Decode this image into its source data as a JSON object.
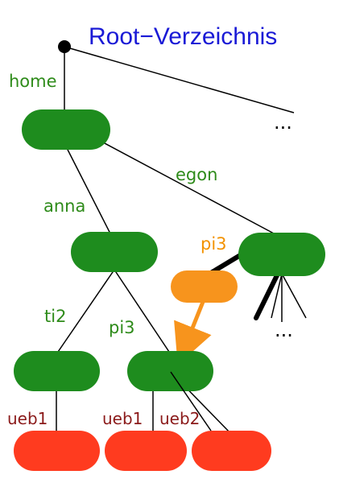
{
  "title": "Root−Verzeichnis",
  "edges": {
    "home": "home",
    "egon": "egon",
    "anna": "anna",
    "pi3_link": "pi3",
    "ti2": "ti2",
    "pi3": "pi3",
    "ueb1_left": "ueb1",
    "ueb1_mid": "ueb1",
    "ueb2": "ueb2"
  },
  "ellipsis_top": "...",
  "ellipsis_bottom": "...",
  "colors": {
    "directory": "#1e8c1e",
    "link": "#f7941d",
    "file": "#ff3b1f",
    "title": "#1a1ad6",
    "edge_label": "#2e8b1a"
  }
}
